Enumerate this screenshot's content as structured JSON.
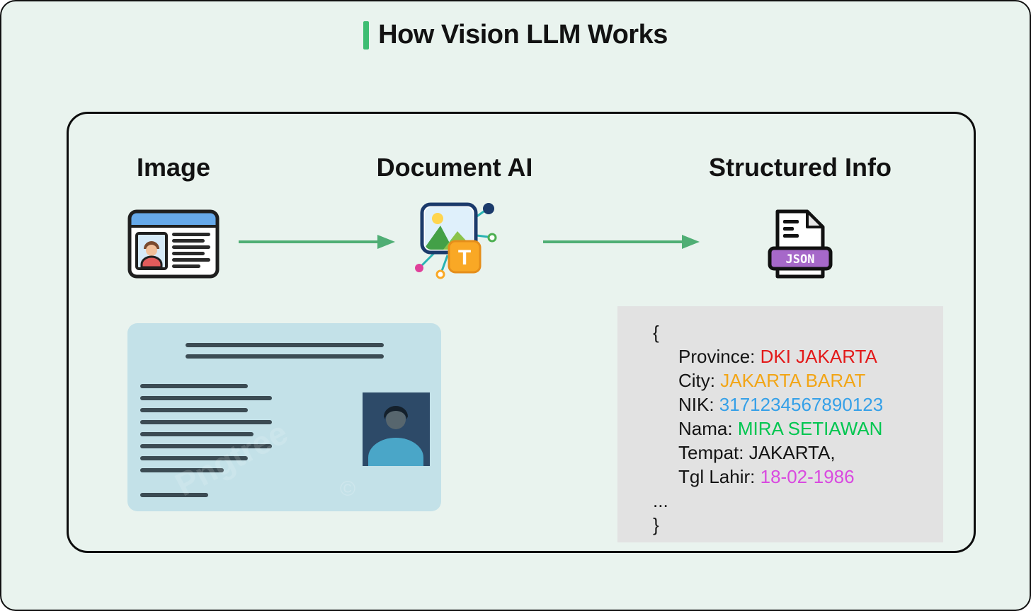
{
  "title": "How Vision LLM Works",
  "columns": [
    {
      "label": "Image"
    },
    {
      "label": "Document AI"
    },
    {
      "label": "Structured Info"
    }
  ],
  "icons": {
    "image_icon": "id-card-icon",
    "document_ai_icon": "image-text-ai-icon",
    "structured_icon": "json-file-icon",
    "json_label": "JSON",
    "t_badge": "T"
  },
  "code_block": {
    "open_brace": "{",
    "lines": [
      {
        "key": "Province: ",
        "value": "DKI JAKARTA",
        "color": "#e31a1a"
      },
      {
        "key": "City: ",
        "value": "JAKARTA BARAT",
        "color": "#f2a516"
      },
      {
        "key": "NIK: ",
        "value": "3171234567890123",
        "color": "#35a0e8"
      },
      {
        "key": "Nama: ",
        "value": "MIRA SETIAWAN",
        "color": "#00c650"
      },
      {
        "key": "Tempat: ",
        "value": "JAKARTA,",
        "color": "#141414"
      },
      {
        "key": "Tgl Lahir: ",
        "value": "18-02-1986",
        "color": "#d94ae0"
      }
    ],
    "ellipsis": "...",
    "close_brace": "}"
  },
  "watermark": {
    "text": "Pngtree",
    "symbol": "©"
  },
  "colors": {
    "background": "#e9f3ee",
    "accent_green": "#3dbd72",
    "arrow_green": "#4fae74",
    "card_blue": "#c3e1e8",
    "code_block_gray": "#e2e2e2",
    "json_purple": "#a668c9",
    "badge_orange": "#f9a825"
  }
}
